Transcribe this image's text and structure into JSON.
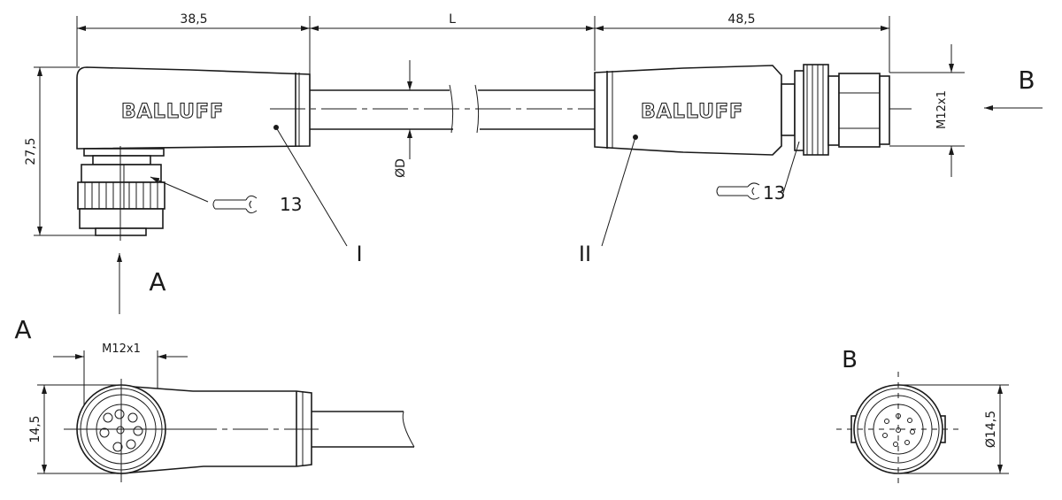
{
  "drawing": {
    "brand": "BALLUFF",
    "dimensions": {
      "left_length": "38,5",
      "cable_length": "L",
      "right_length": "48,5",
      "height": "27,5",
      "cable_diameter": "ØD",
      "thread_right": "M12x1",
      "thread_view_a": "M12x1",
      "width_view_a": "14,5",
      "diameter_view_b": "Ø14,5"
    },
    "wrench_left": "13",
    "wrench_right": "13",
    "part_labels": [
      "I",
      "II"
    ],
    "view_arrows": {
      "a": "A",
      "b": "B"
    },
    "view_titles": {
      "a": "A",
      "b": "B"
    }
  }
}
